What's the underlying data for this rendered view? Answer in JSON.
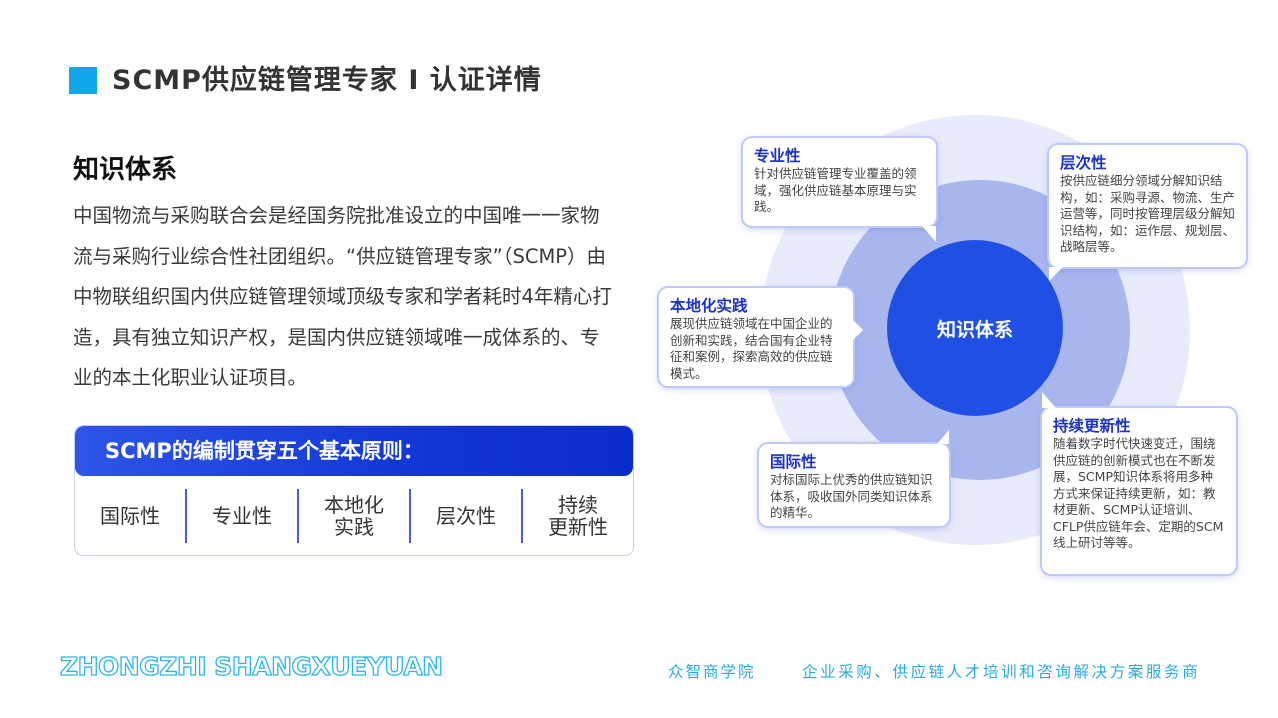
{
  "header": {
    "title": "SCMP供应链管理专家 I 认证详情",
    "accent_color": "#12a6ea"
  },
  "knowledge": {
    "title": "知识体系",
    "paragraph": "中国物流与采购联合会是经国务院批准设立的中国唯一一家物流与采购行业综合性社团组织。“供应链管理专家”（SCMP）由中物联组织国内供应链管理领域顶级专家和学者耗时4年精心打造，具有独立知识产权，是国内供应链领域唯一成体系的、专业的本土化职业认证项目。"
  },
  "principles": {
    "header": "SCMP的编制贯穿五个基本原则：",
    "items": [
      {
        "label": "国际性"
      },
      {
        "label": "专业性"
      },
      {
        "label": "本地化\n实践"
      },
      {
        "label": "层次性"
      },
      {
        "label": "持续\n更新性"
      }
    ]
  },
  "diagram": {
    "center_label": "知识体系",
    "colors": {
      "core": "#1f4fe3",
      "mid_ring": "#a9b6ee",
      "outer_ring": "#e8ebfa",
      "bubble_title": "#1c33c4"
    },
    "bubbles": {
      "professional": {
        "title": "专业性",
        "text": "针对供应链管理专业覆盖的领域，强化供应链基本原理与实践。"
      },
      "hierarchy": {
        "title": "层次性",
        "text": "按供应链细分领域分解知识结构，如：采购寻源、物流、生产运营等，同时按管理层级分解知识结构，如：运作层、规划层、战略层等。"
      },
      "localization": {
        "title": "本地化实践",
        "text": "展现供应链领域在中国企业的创新和实践，结合国有企业特征和案例，探索高效的供应链模式。"
      },
      "international": {
        "title": "国际性",
        "text": "对标国际上优秀的供应链知识体系，吸收国外同类知识体系的精华。"
      },
      "continuous": {
        "title": "持续更新性",
        "text": "随着数字时代快速变迁，围绕供应链的创新模式也在不断发展，SCMP知识体系将用多种方式来保证持续更新，如：教材更新、SCMP认证培训、CFLP供应链年会、定期的SCM线上研讨等等。"
      }
    }
  },
  "footer": {
    "brand_en": "ZHONGZHI SHANGXUEYUAN",
    "org_name": "众智商学院",
    "slogan": "企业采购、供应链人才培训和咨询解决方案服务商",
    "color": "#2ba9df"
  }
}
